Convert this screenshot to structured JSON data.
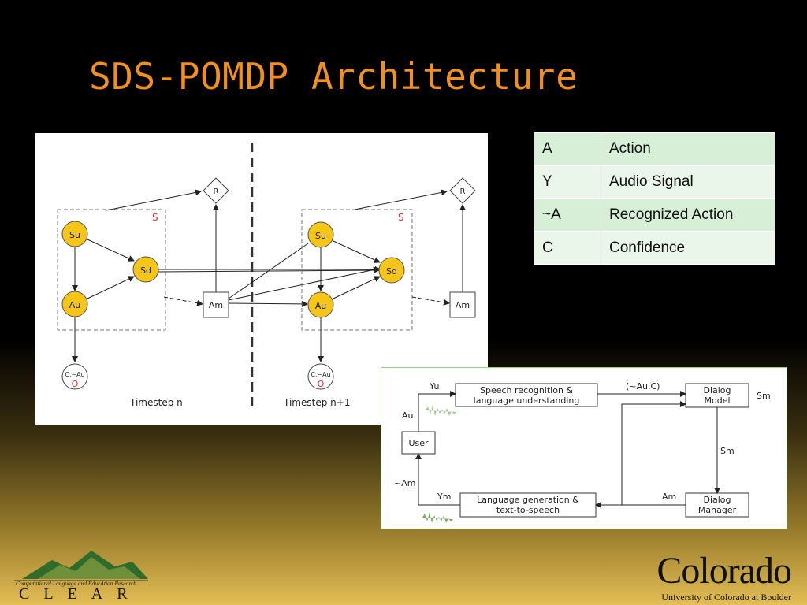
{
  "slide": {
    "title": "SDS-POMDP Architecture"
  },
  "legend_table": {
    "rows": [
      {
        "key": "A",
        "value": "Action"
      },
      {
        "key": "Y",
        "value": "Audio Signal"
      },
      {
        "key": "~A",
        "value": "Recognized Action"
      },
      {
        "key": "C",
        "value": "Confidence"
      }
    ]
  },
  "pomdp_diagram": {
    "reward_label": "R",
    "state_label": "S",
    "node_su": "Su",
    "node_sd": "Sd",
    "node_au": "Au",
    "node_am": "Am",
    "obs_top": "C,~Au",
    "obs_bottom": "O",
    "timestep_n": "Timestep n",
    "timestep_n1": "Timestep n+1"
  },
  "dialog_flow": {
    "asr_line1": "Speech recognition &",
    "asr_line2": "language understanding",
    "dm_model_line1": "Dialog",
    "dm_model_line2": "Model",
    "dm_manager_line1": "Dialog",
    "dm_manager_line2": "Manager",
    "tts_line1": "Language generation &",
    "tts_line2": "text-to-speech",
    "user": "User",
    "label_yu": "Yu",
    "label_au": "Au",
    "label_au_c": "(~Au,C)",
    "label_sm_right": "Sm",
    "label_sm_down": "Sm",
    "label_am": "Am",
    "label_ym": "Ym",
    "label_am_tilde": "~Am"
  },
  "logos": {
    "clear_tagline": "Computational Language and EducAtion Research",
    "clear_word": "CLEAR",
    "colorado_word": "Colorado",
    "colorado_sub": "University of Colorado at Boulder"
  },
  "colors": {
    "title": "#f0901e",
    "node_fill": "#f5c518",
    "table_row_odd": "#d7efd6",
    "table_row_even": "#eaf6e9"
  }
}
